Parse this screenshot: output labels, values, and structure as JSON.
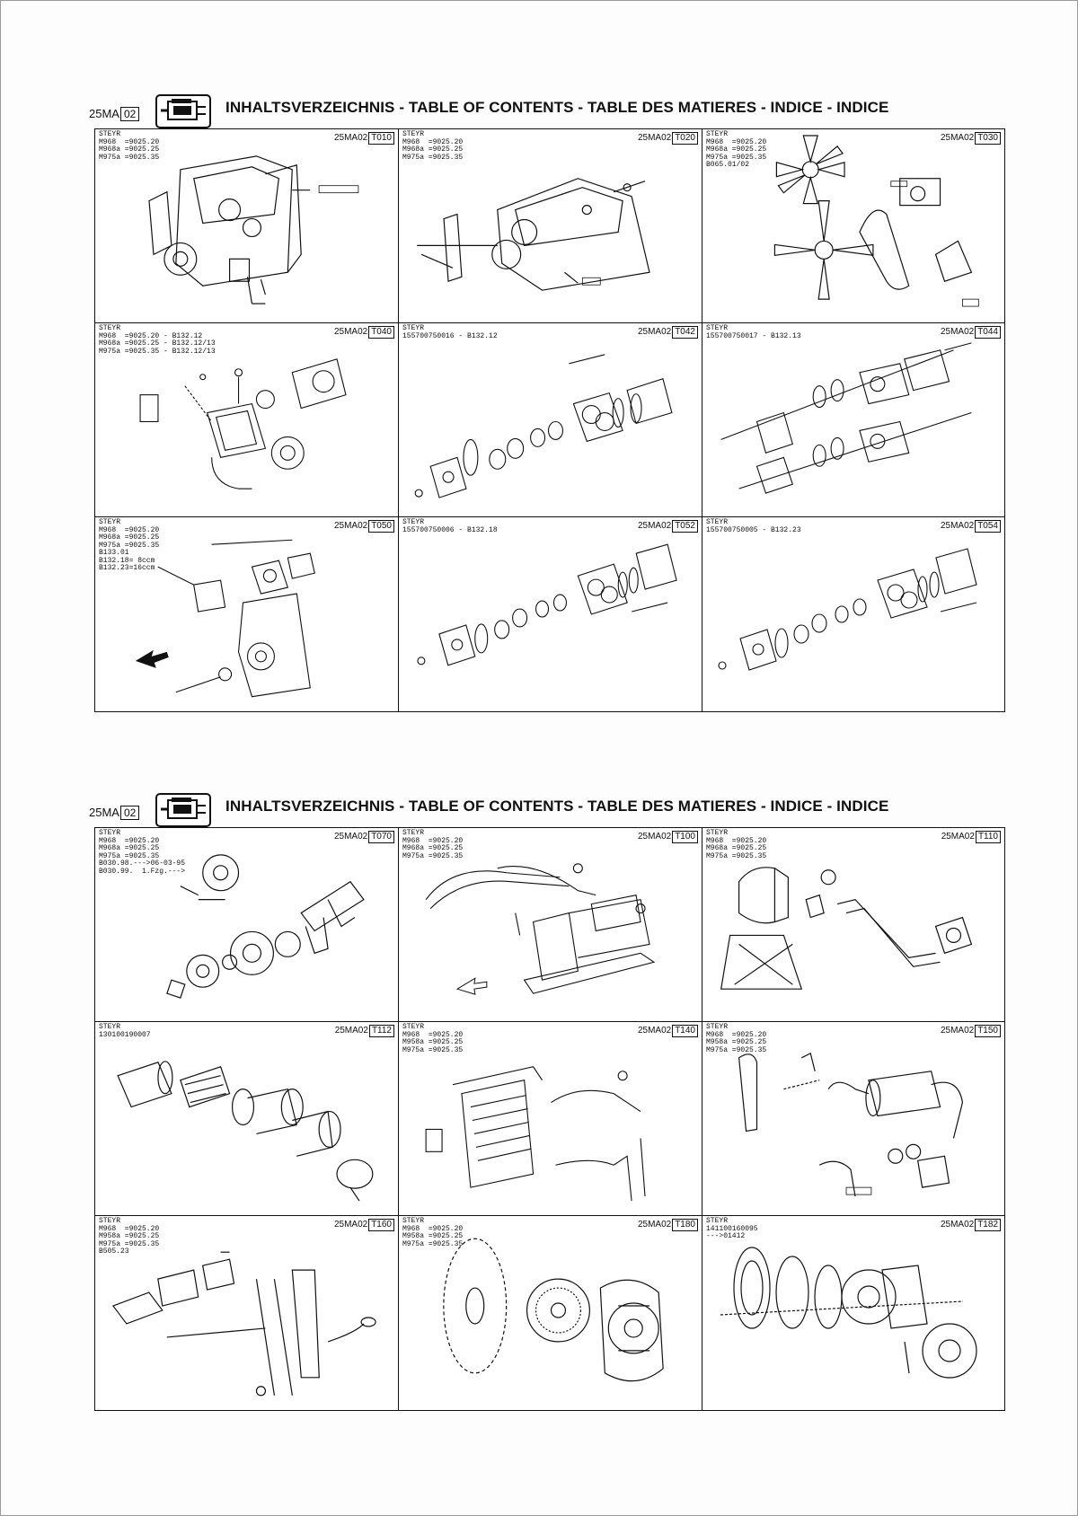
{
  "sections": [
    {
      "code_prefix": "25MA",
      "code_num": "02",
      "title": "INHALTSVERZEICHNIS - TABLE OF CONTENTS - TABLE DES MATIERES - INDICE - INDICE",
      "cells": [
        {
          "lines": [
            "STEYR",
            "M968  =9025.20",
            "M968a =9025.25",
            "M975a =9025.35"
          ],
          "ref_prefix": "25MA02",
          "ref_code": "T010",
          "icon": "engine-assembly-icon"
        },
        {
          "lines": [
            "STEYR",
            "M968  =9025.20",
            "M968a =9025.25",
            "M975a =9025.35"
          ],
          "ref_prefix": "25MA02",
          "ref_code": "T020",
          "icon": "engine-block-icon"
        },
        {
          "lines": [
            "STEYR",
            "M968  =9025.20",
            "M968a =9025.25",
            "M975a =9025.35",
            "B065.01/02"
          ],
          "ref_prefix": "25MA02",
          "ref_code": "T030",
          "icon": "fan-belt-icon"
        },
        {
          "lines": [
            "STEYR",
            "M968  =9025.20 - B132.12",
            "M968a =9025.25 - B132.12/13",
            "M975a =9025.35 - B132.12/13"
          ],
          "ref_prefix": "25MA02",
          "ref_code": "T040",
          "icon": "hydraulic-pump-icon"
        },
        {
          "lines": [
            "STEYR",
            "155700750016 - B132.12"
          ],
          "ref_prefix": "25MA02",
          "ref_code": "T042",
          "icon": "gear-pump-exploded-icon"
        },
        {
          "lines": [
            "STEYR",
            "155700750017 - B132.13"
          ],
          "ref_prefix": "25MA02",
          "ref_code": "T044",
          "icon": "tandem-pump-exploded-icon"
        },
        {
          "lines": [
            "STEYR",
            "M968  =9025.20",
            "M968a =9025.25",
            "M975a =9025.35",
            "B133.01",
            "B132.18= 8ccm",
            "B132.23=16ccm"
          ],
          "ref_prefix": "25MA02",
          "ref_code": "T050",
          "icon": "pump-drive-icon"
        },
        {
          "lines": [
            "STEYR",
            "155700750006 - B132.18"
          ],
          "ref_prefix": "25MA02",
          "ref_code": "T052",
          "icon": "gear-pump-exploded-icon"
        },
        {
          "lines": [
            "STEYR",
            "155700750005 - B132.23"
          ],
          "ref_prefix": "25MA02",
          "ref_code": "T054",
          "icon": "gear-pump-exploded-icon"
        }
      ]
    },
    {
      "code_prefix": "25MA",
      "code_num": "02",
      "title": "INHALTSVERZEICHNIS - TABLE OF CONTENTS - TABLE DES MATIERES - INDICE - INDICE",
      "cells": [
        {
          "lines": [
            "STEYR",
            "M968  =9025.20",
            "M968a =9025.25",
            "M975a =9025.35",
            "B030.98.--->06-03-95",
            "B030.99.  1.Fzg.--->"
          ],
          "ref_prefix": "25MA02",
          "ref_code": "T070",
          "icon": "crankshaft-icon"
        },
        {
          "lines": [
            "STEYR",
            "M968  =9025.20",
            "M968a =9025.25",
            "M975a =9025.35"
          ],
          "ref_prefix": "25MA02",
          "ref_code": "T100",
          "icon": "fuel-tank-icon"
        },
        {
          "lines": [
            "STEYR",
            "M968  =9025.20",
            "M968a =9025.25",
            "M975a =9025.35"
          ],
          "ref_prefix": "25MA02",
          "ref_code": "T110",
          "icon": "air-intake-icon"
        },
        {
          "lines": [
            "STEYR",
            "130100190007"
          ],
          "ref_prefix": "25MA02",
          "ref_code": "T112",
          "icon": "air-filter-icon"
        },
        {
          "lines": [
            "STEYR",
            "M968  =9025.20",
            "M958a =9025.25",
            "M975a =9025.35"
          ],
          "ref_prefix": "25MA02",
          "ref_code": "T140",
          "icon": "radiator-icon"
        },
        {
          "lines": [
            "STEYR",
            "M968  =9025.20",
            "M958a =9025.25",
            "M975a =9025.35"
          ],
          "ref_prefix": "25MA02",
          "ref_code": "T150",
          "icon": "exhaust-muffler-icon"
        },
        {
          "lines": [
            "STEYR",
            "M968  =9025.20",
            "M958a =9025.25",
            "M975a =9025.35",
            "B505.23"
          ],
          "ref_prefix": "25MA02",
          "ref_code": "T160",
          "icon": "throttle-linkage-icon"
        },
        {
          "lines": [
            "STEYR",
            "M968  =9025.20",
            "M958a =9025.25",
            "M975a =9025.35"
          ],
          "ref_prefix": "25MA02",
          "ref_code": "T180",
          "icon": "flywheel-clutch-icon"
        },
        {
          "lines": [
            "STEYR",
            "141100160095",
            "--->01412"
          ],
          "ref_prefix": "25MA02",
          "ref_code": "T182",
          "icon": "clutch-exploded-icon"
        }
      ]
    }
  ]
}
